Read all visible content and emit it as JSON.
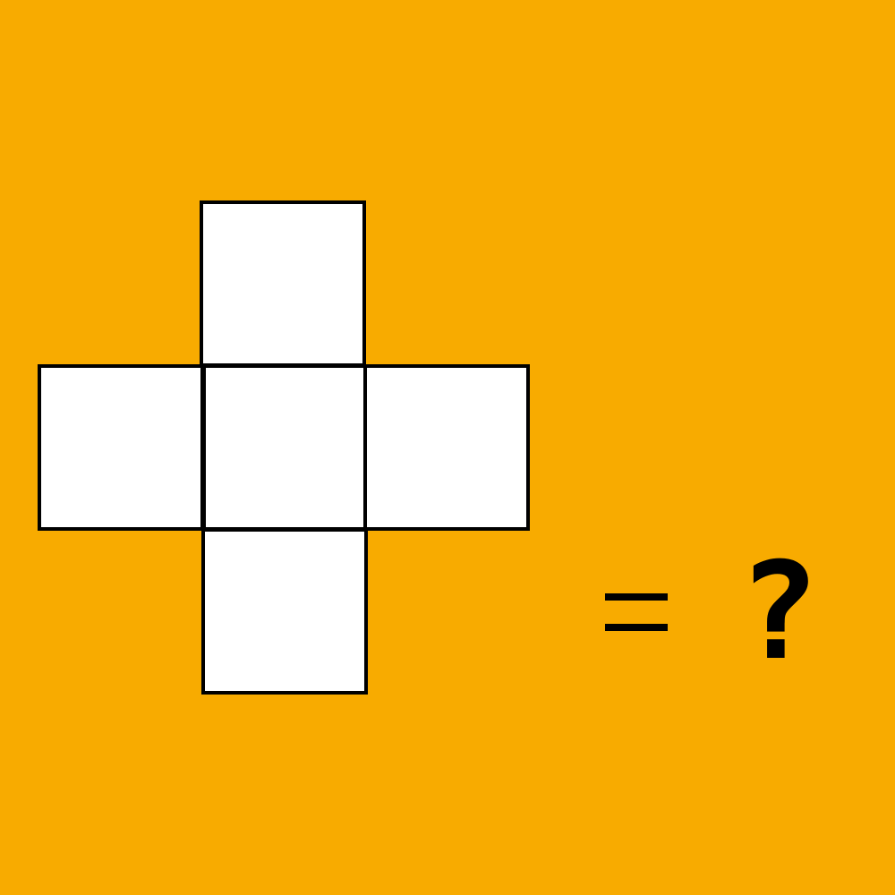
{
  "colors": {
    "background": "#F8AB00",
    "square_fill": "#FFFFFF",
    "stroke": "#000000"
  },
  "net": {
    "shape": "cross",
    "squares": [
      "top",
      "left",
      "center",
      "right",
      "bottom"
    ]
  },
  "equation": {
    "operator": "=",
    "answer": "?"
  }
}
